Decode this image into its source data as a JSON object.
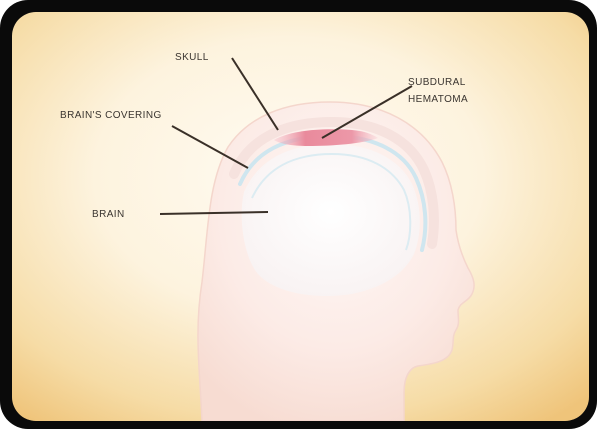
{
  "diagram": {
    "labels": {
      "skull": "SKULL",
      "subdural_hematoma_line1": "SUBDURAL",
      "subdural_hematoma_line2": "HEMATOMA",
      "brains_covering": "BRAIN'S COVERING",
      "brain": "BRAIN"
    },
    "colors": {
      "background_center": "#fdf6e6",
      "background_edge": "#f0c77a",
      "head": "#fbe6de",
      "hematoma": "#e98a9c",
      "covering": "#cfe6ef",
      "leader_line": "#3a3028",
      "frame": "#0a0a0a"
    }
  }
}
